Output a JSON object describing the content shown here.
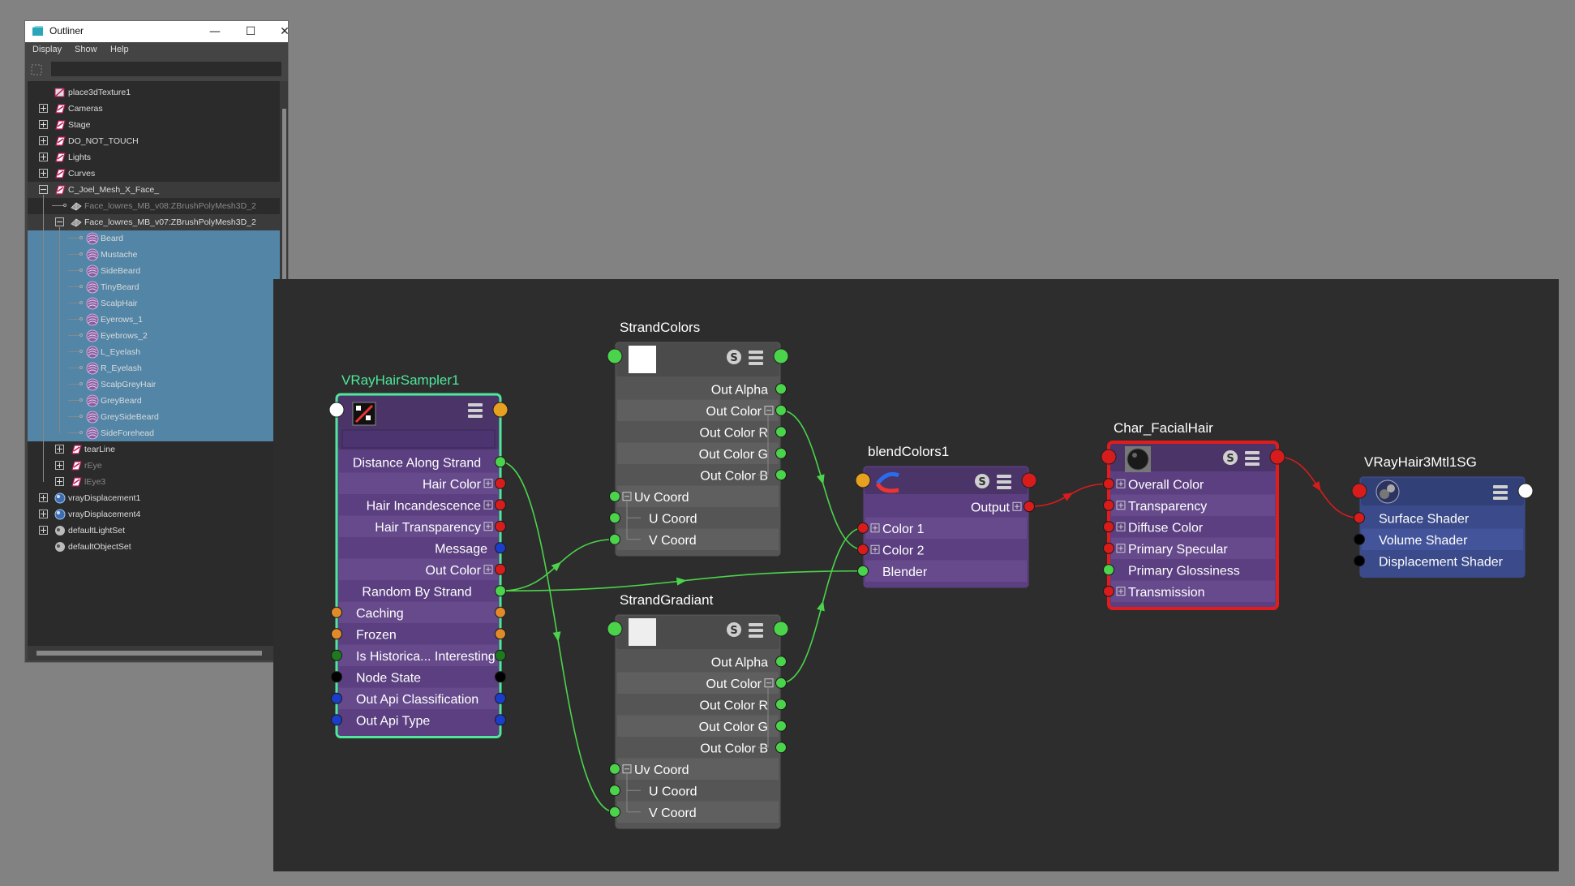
{
  "outliner": {
    "title": "Outliner",
    "menu": [
      "Display",
      "Show",
      "Help"
    ],
    "window_buttons": {
      "minimize": "—",
      "maximize": "☐",
      "close": "✕"
    },
    "items": [
      {
        "label": "place3dTexture1",
        "depth": 0,
        "expander": "none",
        "icon": "place3d-texture-icon",
        "state": "normal"
      },
      {
        "label": "Cameras",
        "depth": 0,
        "expander": "plus",
        "icon": "set-icon",
        "state": "normal"
      },
      {
        "label": "Stage",
        "depth": 0,
        "expander": "plus",
        "icon": "set-icon",
        "state": "normal"
      },
      {
        "label": "DO_NOT_TOUCH",
        "depth": 0,
        "expander": "plus",
        "icon": "set-icon",
        "state": "normal"
      },
      {
        "label": "Lights",
        "depth": 0,
        "expander": "plus",
        "icon": "set-icon",
        "state": "normal"
      },
      {
        "label": "Curves",
        "depth": 0,
        "expander": "plus",
        "icon": "set-icon",
        "state": "normal"
      },
      {
        "label": "C_Joel_Mesh_X_Face_",
        "depth": 0,
        "expander": "minus",
        "icon": "set-icon",
        "state": "selgray"
      },
      {
        "label": "Face_lowres_MB_v08:ZBrushPolyMesh3D_2",
        "depth": 1,
        "expander": "leaf",
        "icon": "mesh-icon",
        "state": "dim"
      },
      {
        "label": "Face_lowres_MB_v07:ZBrushPolyMesh3D_2",
        "depth": 1,
        "expander": "minus",
        "icon": "mesh-icon",
        "state": "selgray"
      },
      {
        "label": "Beard",
        "depth": 2,
        "expander": "leaf",
        "icon": "xgen-hair-icon",
        "state": "sel"
      },
      {
        "label": "Mustache",
        "depth": 2,
        "expander": "leaf",
        "icon": "xgen-hair-icon",
        "state": "sel"
      },
      {
        "label": "SideBeard",
        "depth": 2,
        "expander": "leaf",
        "icon": "xgen-hair-icon",
        "state": "sel"
      },
      {
        "label": "TinyBeard",
        "depth": 2,
        "expander": "leaf",
        "icon": "xgen-hair-icon",
        "state": "sel"
      },
      {
        "label": "ScalpHair",
        "depth": 2,
        "expander": "leaf",
        "icon": "xgen-hair-icon",
        "state": "sel"
      },
      {
        "label": "Eyerows_1",
        "depth": 2,
        "expander": "leaf",
        "icon": "xgen-hair-icon",
        "state": "sel"
      },
      {
        "label": "Eyebrows_2",
        "depth": 2,
        "expander": "leaf",
        "icon": "xgen-hair-icon",
        "state": "sel"
      },
      {
        "label": "L_Eyelash",
        "depth": 2,
        "expander": "leaf",
        "icon": "xgen-hair-icon",
        "state": "sel"
      },
      {
        "label": "R_Eyelash",
        "depth": 2,
        "expander": "leaf",
        "icon": "xgen-hair-icon",
        "state": "sel"
      },
      {
        "label": "ScalpGreyHair",
        "depth": 2,
        "expander": "leaf",
        "icon": "xgen-hair-icon",
        "state": "sel"
      },
      {
        "label": "GreyBeard",
        "depth": 2,
        "expander": "leaf",
        "icon": "xgen-hair-icon",
        "state": "sel"
      },
      {
        "label": "GreySideBeard",
        "depth": 2,
        "expander": "leaf",
        "icon": "xgen-hair-icon",
        "state": "sel"
      },
      {
        "label": "SideForehead",
        "depth": 2,
        "expander": "leaf",
        "icon": "xgen-hair-icon",
        "state": "sel"
      },
      {
        "label": "tearLine",
        "depth": 1,
        "expander": "plus",
        "icon": "set-icon",
        "state": "normal"
      },
      {
        "label": "rEye",
        "depth": 1,
        "expander": "plus",
        "icon": "set-icon",
        "state": "dim"
      },
      {
        "label": "lEye3",
        "depth": 1,
        "expander": "plus",
        "icon": "set-icon",
        "state": "dim"
      },
      {
        "label": "vrayDisplacement1",
        "depth": 0,
        "expander": "plus",
        "icon": "vray-displacement-icon",
        "state": "normal"
      },
      {
        "label": "vrayDisplacement4",
        "depth": 0,
        "expander": "plus",
        "icon": "vray-displacement-icon",
        "state": "normal"
      },
      {
        "label": "defaultLightSet",
        "depth": 0,
        "expander": "plus",
        "icon": "object-set-icon",
        "state": "normal"
      },
      {
        "label": "defaultObjectSet",
        "depth": 0,
        "expander": "none",
        "icon": "object-set-icon",
        "state": "normal"
      }
    ]
  },
  "node_editor": {
    "nodes": [
      {
        "id": "hairsampler",
        "title": "VRayHairSampler1",
        "kind": "hair-sampler",
        "header_icon": "hair-sampler-icon",
        "attributes": [
          {
            "label": "Distance Along Strand",
            "align": "center",
            "in_port": null,
            "out_port": "#4bd44b",
            "plus": false
          },
          {
            "label": "Hair Color",
            "align": "right",
            "in_port": null,
            "out_port": "#d81c1c",
            "plus": true
          },
          {
            "label": "Hair Incandescence",
            "align": "right",
            "in_port": null,
            "out_port": "#d81c1c",
            "plus": true
          },
          {
            "label": "Hair Transparency",
            "align": "right",
            "in_port": null,
            "out_port": "#d81c1c",
            "plus": true
          },
          {
            "label": "Message",
            "align": "right",
            "in_port": null,
            "out_port": "#1a3ec9",
            "plus": false
          },
          {
            "label": "Out Color",
            "align": "right",
            "in_port": null,
            "out_port": "#d81c1c",
            "plus": true
          },
          {
            "label": "Random By Strand",
            "align": "center",
            "in_port": null,
            "out_port": "#4bd44b",
            "plus": false
          },
          {
            "label": "Caching",
            "align": "left",
            "in_port": "#e08a2a",
            "out_port": "#e08a2a",
            "plus": false
          },
          {
            "label": "Frozen",
            "align": "left",
            "in_port": "#e08a2a",
            "out_port": "#e08a2a",
            "plus": false
          },
          {
            "label": "Is Historica... Interesting",
            "align": "left",
            "in_port": "#1f7a1f",
            "out_port": "#1f7a1f",
            "plus": false
          },
          {
            "label": "Node State",
            "align": "left",
            "in_port": "#000000",
            "out_port": "#000000",
            "plus": false
          },
          {
            "label": "Out Api Classification",
            "align": "left",
            "in_port": "#1a3ec9",
            "out_port": "#1a3ec9",
            "plus": false
          },
          {
            "label": "Out Api Type",
            "align": "left",
            "in_port": "#1a3ec9",
            "out_port": "#1a3ec9",
            "plus": false
          }
        ]
      },
      {
        "id": "strandcolors",
        "title": "StrandColors",
        "kind": "texture",
        "header_icon": "ramp-swatch-icon",
        "attributes": [
          {
            "label": "Out Alpha",
            "align": "right",
            "in_port": null,
            "out_port": "#4bd44b",
            "plus": false
          },
          {
            "label": "Out Color",
            "align": "right",
            "in_port": null,
            "out_port": "#4bd44b",
            "plus": false,
            "minus": true
          },
          {
            "label": "Out Color R",
            "align": "right",
            "in_port": null,
            "out_port": "#4bd44b",
            "plus": false
          },
          {
            "label": "Out Color G",
            "align": "right",
            "in_port": null,
            "out_port": "#4bd44b",
            "plus": false
          },
          {
            "label": "Out Color B",
            "align": "right",
            "in_port": null,
            "out_port": "#4bd44b",
            "plus": false
          },
          {
            "label": "Uv Coord",
            "align": "left",
            "in_port": "#4bd44b",
            "out_port": null,
            "plus": false,
            "minus": true
          },
          {
            "label": "U Coord",
            "align": "left",
            "in_port": "#4bd44b",
            "out_port": null,
            "plus": false
          },
          {
            "label": "V Coord",
            "align": "left",
            "in_port": "#4bd44b",
            "out_port": null,
            "plus": false
          }
        ]
      },
      {
        "id": "strandgradiant",
        "title": "StrandGradiant",
        "kind": "texture",
        "header_icon": "ramp-swatch-icon",
        "attributes": [
          {
            "label": "Out Alpha",
            "align": "right",
            "in_port": null,
            "out_port": "#4bd44b",
            "plus": false
          },
          {
            "label": "Out Color",
            "align": "right",
            "in_port": null,
            "out_port": "#4bd44b",
            "plus": false,
            "minus": true
          },
          {
            "label": "Out Color R",
            "align": "right",
            "in_port": null,
            "out_port": "#4bd44b",
            "plus": false
          },
          {
            "label": "Out Color G",
            "align": "right",
            "in_port": null,
            "out_port": "#4bd44b",
            "plus": false
          },
          {
            "label": "Out Color B",
            "align": "right",
            "in_port": null,
            "out_port": "#4bd44b",
            "plus": false
          },
          {
            "label": "Uv Coord",
            "align": "left",
            "in_port": "#4bd44b",
            "out_port": null,
            "plus": false,
            "minus": true
          },
          {
            "label": "U Coord",
            "align": "left",
            "in_port": "#4bd44b",
            "out_port": null,
            "plus": false
          },
          {
            "label": "V Coord",
            "align": "left",
            "in_port": "#4bd44b",
            "out_port": null,
            "plus": false
          }
        ]
      },
      {
        "id": "blendcolors",
        "title": "blendColors1",
        "kind": "utility",
        "header_icon": "blend-colors-icon",
        "attributes": [
          {
            "label": "Output",
            "align": "right",
            "in_port": null,
            "out_port": "#d81c1c",
            "plus": true
          },
          {
            "label": "Color 1",
            "align": "left",
            "in_port": "#d81c1c",
            "out_port": null,
            "plus": true
          },
          {
            "label": "Color 2",
            "align": "left",
            "in_port": "#d81c1c",
            "out_port": null,
            "plus": true
          },
          {
            "label": "Blender",
            "align": "left",
            "in_port": "#4bd44b",
            "out_port": null,
            "plus": false
          }
        ]
      },
      {
        "id": "facialhair",
        "title": "Char_FacialHair",
        "kind": "material",
        "header_icon": "material-sphere-icon",
        "attributes": [
          {
            "label": "Overall Color",
            "align": "left",
            "in_port": "#d81c1c",
            "out_port": null,
            "plus": true
          },
          {
            "label": "Transparency",
            "align": "left",
            "in_port": "#d81c1c",
            "out_port": null,
            "plus": true
          },
          {
            "label": "Diffuse Color",
            "align": "left",
            "in_port": "#d81c1c",
            "out_port": null,
            "plus": true
          },
          {
            "label": "Primary Specular",
            "align": "left",
            "in_port": "#d81c1c",
            "out_port": null,
            "plus": true
          },
          {
            "label": "Primary Glossiness",
            "align": "left",
            "in_port": "#4bd44b",
            "out_port": null,
            "plus": false
          },
          {
            "label": "Transmission",
            "align": "left",
            "in_port": "#d81c1c",
            "out_port": null,
            "plus": true
          }
        ]
      },
      {
        "id": "shadinggroup",
        "title": "VRayHair3Mtl1SG",
        "kind": "shading-group",
        "header_icon": "shading-group-icon",
        "attributes": [
          {
            "label": "Surface Shader",
            "align": "left",
            "in_port": "#d81c1c",
            "out_port": null,
            "plus": false
          },
          {
            "label": "Volume Shader",
            "align": "left",
            "in_port": "#000000",
            "out_port": null,
            "plus": false
          },
          {
            "label": "Displacement Shader",
            "align": "left",
            "in_port": "#000000",
            "out_port": null,
            "plus": false
          }
        ]
      }
    ],
    "badge_letter": "S",
    "colors": {
      "accent_selected_green": "#4ee89a",
      "selected_red": "#e21c1c",
      "connection_green": "#4bd44b",
      "connection_red": "#d81c1c"
    }
  }
}
